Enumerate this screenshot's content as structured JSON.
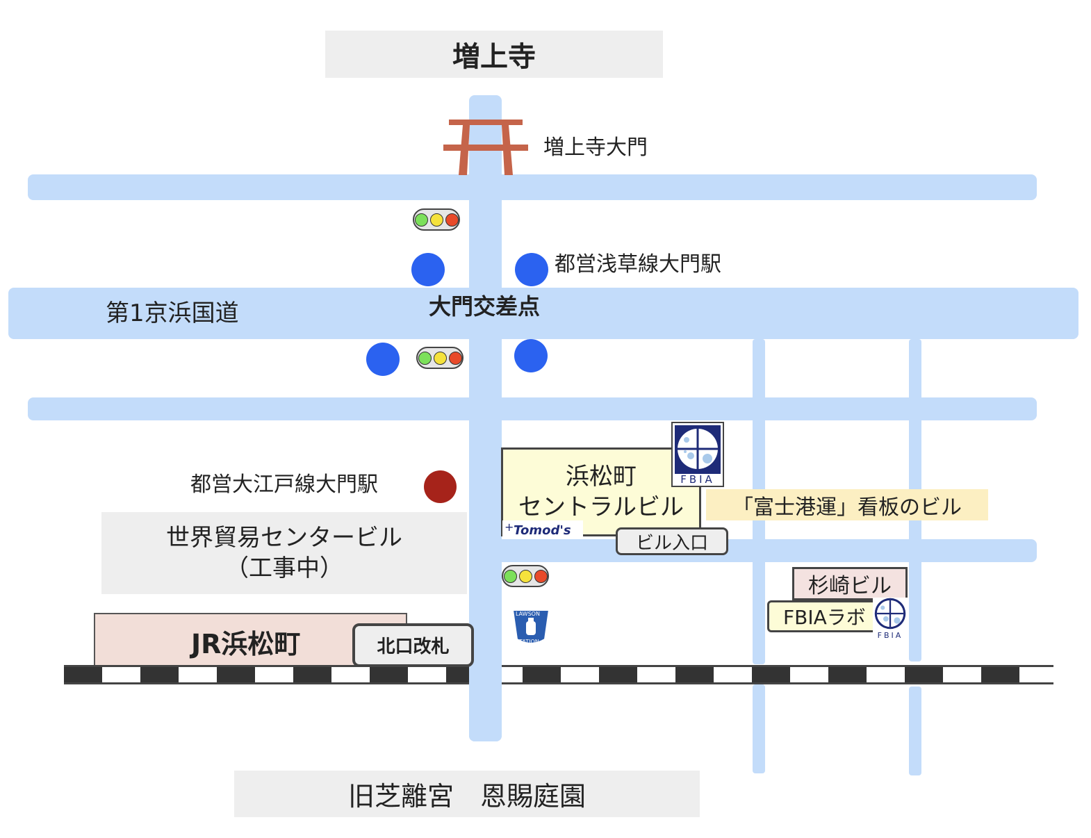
{
  "landmarks": {
    "zojoji": "増上寺",
    "zojoji_daimon": "増上寺大門",
    "asakusa_station": "都営浅草線大門駅",
    "kokudo": "第1京浜国道",
    "daimon_crossing": "大門交差点",
    "oedo_station": "都営大江戸線大門駅",
    "wtc_line1": "世界貿易センタービル",
    "wtc_line2": "（工事中）",
    "jr_station": "JR浜松町",
    "north_gate": "北口改札",
    "garden": "旧芝離宮　恩賜庭園"
  },
  "central_building": {
    "name_line1": "浜松町",
    "name_line2": "セントラルビル",
    "sign_note": "「富士港運」看板のビル",
    "entrance": "ビル入口",
    "store_logo": "Tomod's"
  },
  "sugizaki": {
    "name": "杉崎ビル",
    "lab": "FBIAラボ"
  },
  "logos": {
    "fbia": "FBIA",
    "lawson_top": "LAWSON",
    "lawson_bottom": "STATION"
  },
  "colors": {
    "road": "#c3dcfa",
    "metro_asakusa": "#2b62f0",
    "metro_oedo": "#a6231a",
    "torii": "#c5644a",
    "building_yellow": "#fdfcd7",
    "gray_box": "#eeeeee",
    "jr_box": "#f2ded8",
    "sugizaki_box": "#f4e2e0",
    "sign_note_bg": "#fcefc2",
    "fbia_navy": "#1e2b78"
  }
}
